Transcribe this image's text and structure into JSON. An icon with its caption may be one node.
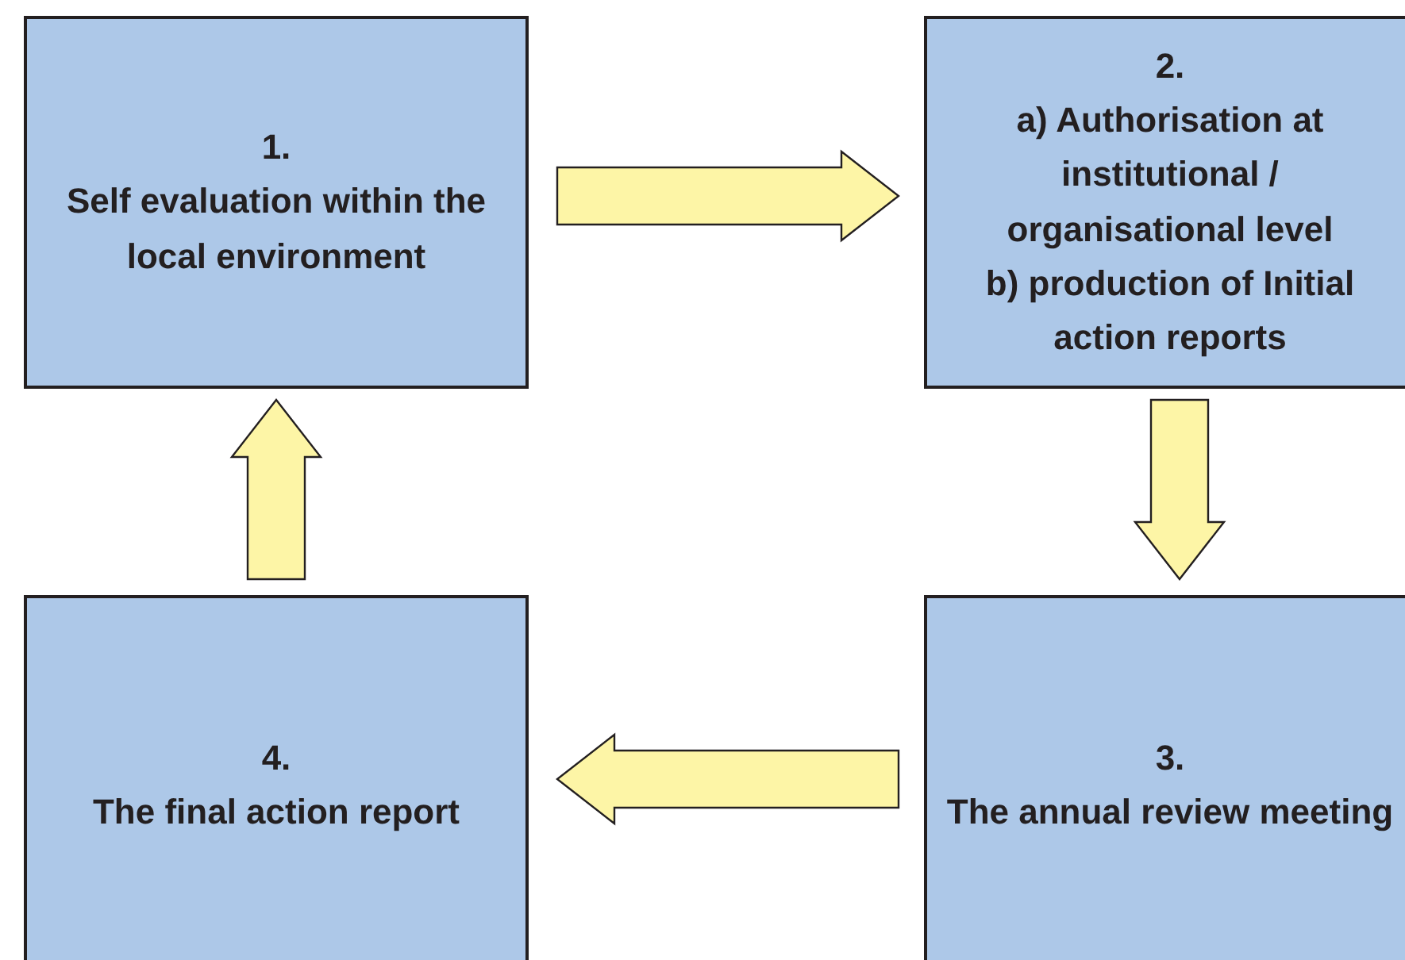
{
  "diagram": {
    "nodes": [
      {
        "text": [
          "1.",
          "Self evaluation within the local environment"
        ]
      },
      {
        "text": [
          "2.",
          "a) Authorisation at institutional / organisational level",
          "b) production of Initial action reports"
        ]
      },
      {
        "text": [
          "3.",
          "The annual review meeting"
        ]
      },
      {
        "text": [
          "4.",
          "The final action report"
        ]
      }
    ],
    "edges": [
      {
        "from": 0,
        "to": 1,
        "arrow": "to"
      },
      {
        "from": 1,
        "to": 2,
        "arrow": "to"
      },
      {
        "from": 2,
        "to": 3,
        "arrow": "to"
      },
      {
        "from": 3,
        "to": 0,
        "arrow": "to"
      }
    ]
  }
}
